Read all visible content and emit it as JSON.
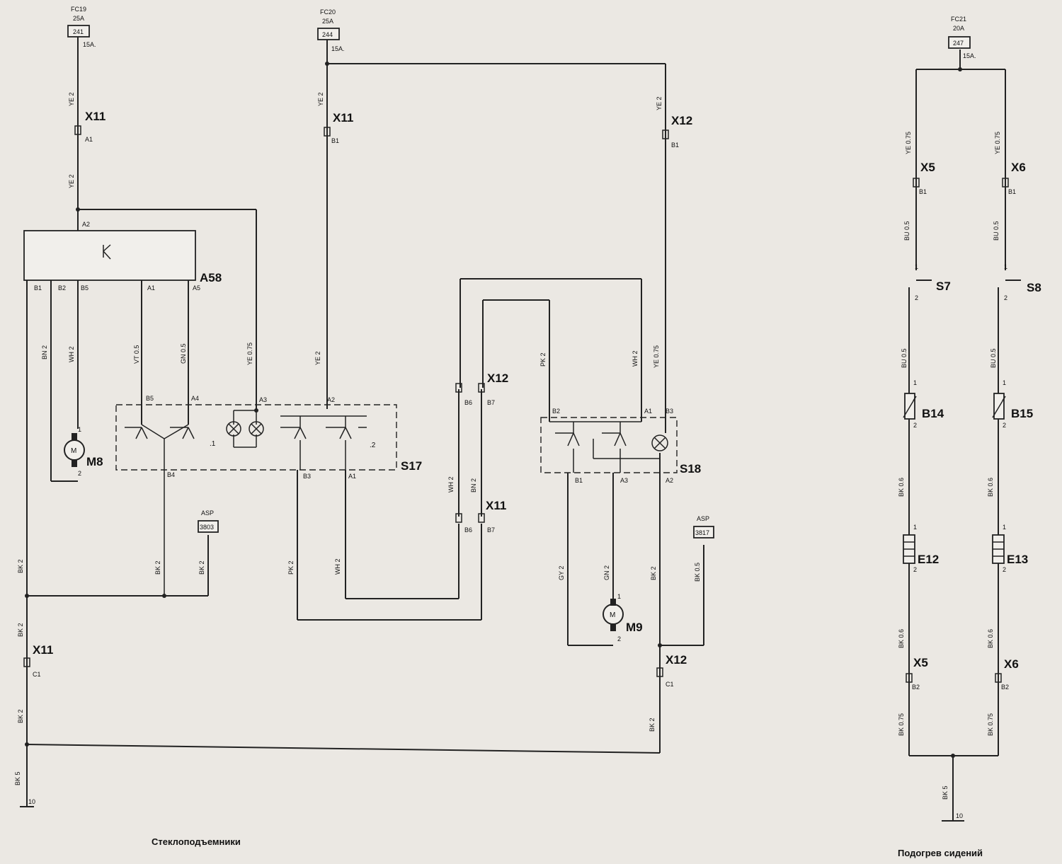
{
  "fuses": [
    {
      "id": "FC19",
      "amp": "25A",
      "code": "241",
      "wire": "15A."
    },
    {
      "id": "FC20",
      "amp": "25A",
      "code": "244",
      "wire": "15A."
    },
    {
      "id": "FC21",
      "amp": "20A",
      "code": "247",
      "wire": "15A."
    }
  ],
  "connectors": {
    "x11": "X11",
    "x12": "X12",
    "x5": "X5",
    "x6": "X6"
  },
  "components": {
    "a58": "A58",
    "s17": "S17",
    "s18": "S18",
    "m8": "M8",
    "m9": "M9",
    "s7": "S7",
    "s8": "S8",
    "b14": "B14",
    "b15": "B15",
    "e12": "E12",
    "e13": "E13",
    "motor_letter": "M"
  },
  "asp": [
    {
      "label": "ASP",
      "code": "3803"
    },
    {
      "label": "ASP",
      "code": "3817"
    }
  ],
  "wires": {
    "ye2": "YE 2",
    "ye075": "YE 0.75",
    "bn2": "BN 2",
    "wh2": "WH 2",
    "vt05": "VT 0.5",
    "gn05": "GN 0.5",
    "bk2": "BK 2",
    "bk5": "BK 5",
    "pk2": "PK 2",
    "gy2": "GY 2",
    "gn2": "GN 2",
    "bk05": "BK 0.5",
    "bu05": "BU 0.5",
    "bk06": "BK 0.6",
    "bk075": "BK 0.75",
    "ye075b": "YE 0.75"
  },
  "pins": {
    "a1": "A1",
    "a2": "A2",
    "a3": "A3",
    "a4": "A4",
    "a5": "A5",
    "b1": "B1",
    "b2": "B2",
    "b3": "B3",
    "b4": "B4",
    "b5": "B5",
    "b6": "B6",
    "b7": "B7",
    "c1": "C1",
    "p1": "1",
    "p2": "2",
    "dot1": ".1",
    "dot2": ".2",
    "ground": "10"
  },
  "captions": {
    "windows": "Стеклоподъемники",
    "seats": "Подогрев сидений"
  }
}
